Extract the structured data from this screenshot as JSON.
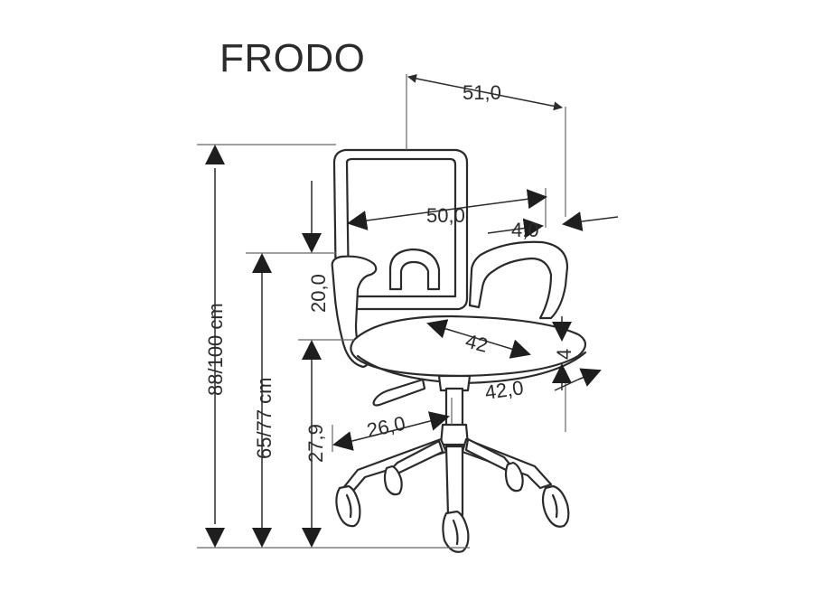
{
  "title": "FRODO",
  "dimensions": {
    "depth": "51,0",
    "seat_width_back": "50,0",
    "armrest_offset": "4,0",
    "back_height": "20,0",
    "total_height": "88/100 cm",
    "seat_height": "65/77 cm",
    "base_height": "27,9",
    "seat_depth": "42",
    "seat_thickness": "4",
    "seat_width": "42,0",
    "base_radius": "26,0"
  },
  "colors": {
    "line": "#2b2b2b",
    "background": "#ffffff"
  }
}
